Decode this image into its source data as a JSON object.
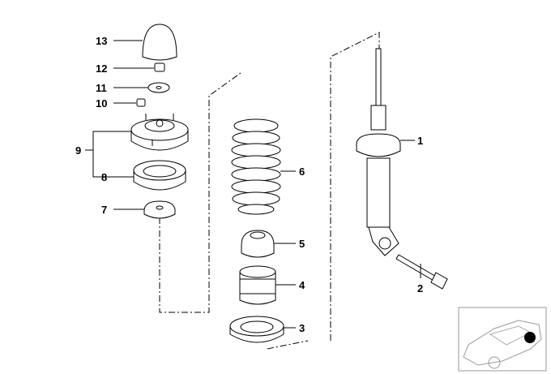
{
  "diagram": {
    "callouts": [
      {
        "id": "13",
        "label": "13"
      },
      {
        "id": "12",
        "label": "12"
      },
      {
        "id": "11",
        "label": "11"
      },
      {
        "id": "10",
        "label": "10"
      },
      {
        "id": "9",
        "label": "9"
      },
      {
        "id": "8",
        "label": "8"
      },
      {
        "id": "7",
        "label": "7"
      },
      {
        "id": "6",
        "label": "6"
      },
      {
        "id": "5",
        "label": "5"
      },
      {
        "id": "4",
        "label": "4"
      },
      {
        "id": "3",
        "label": "3"
      },
      {
        "id": "1",
        "label": "1"
      },
      {
        "id": "2",
        "label": "2"
      }
    ],
    "locator_icon": "car-locator-rear-wheel"
  }
}
